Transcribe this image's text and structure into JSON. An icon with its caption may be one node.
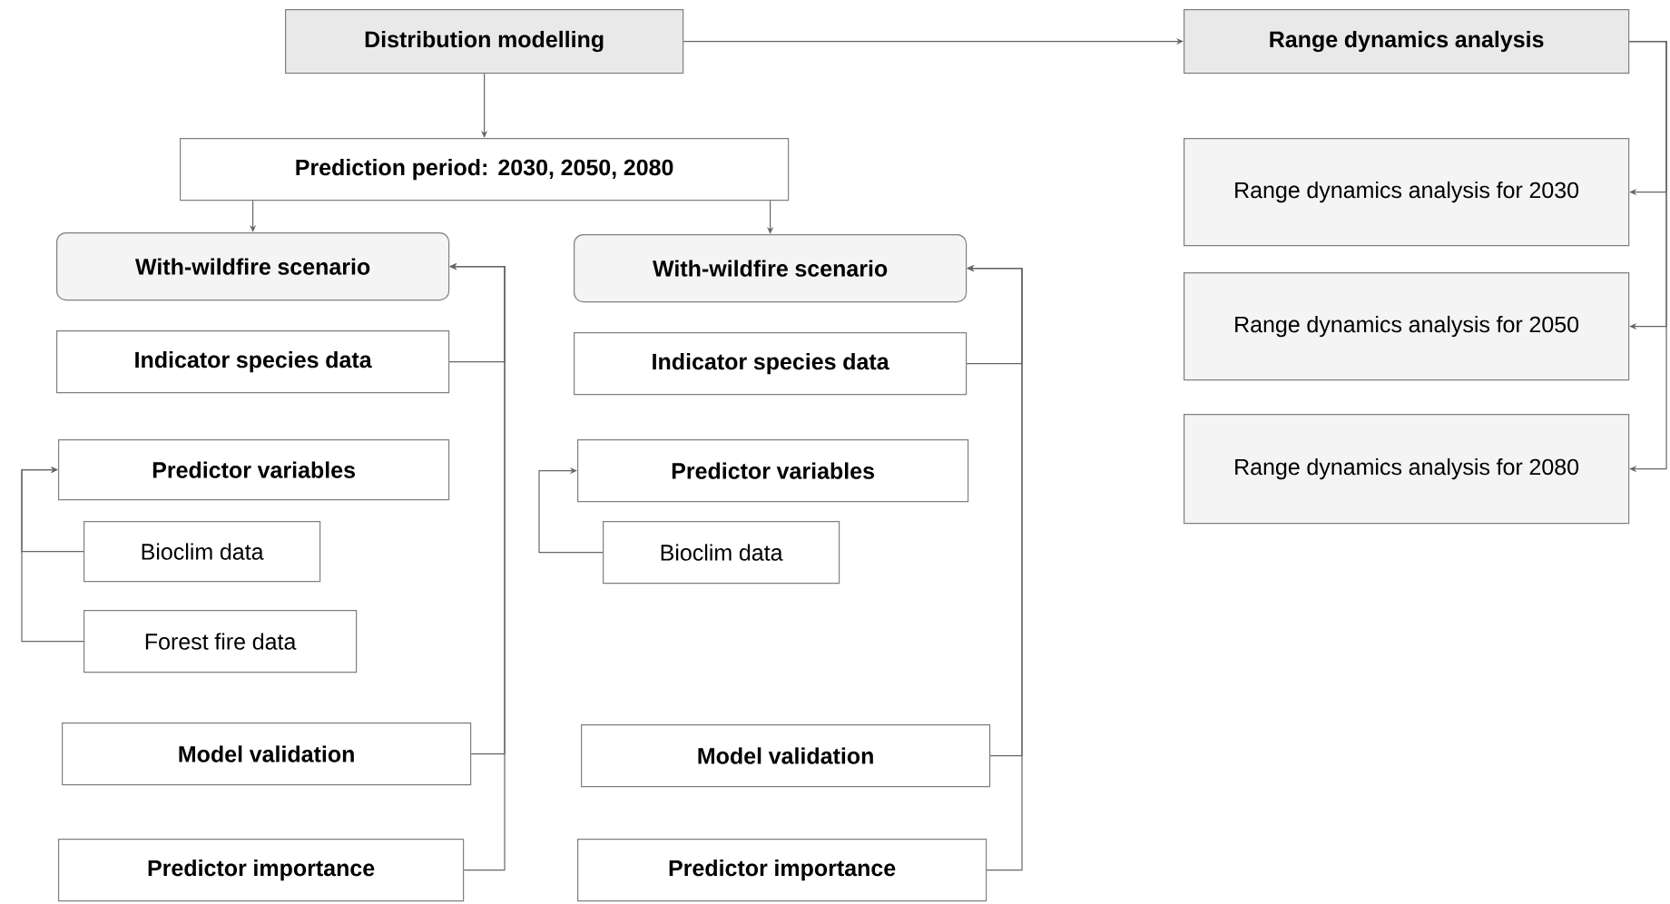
{
  "diagram": {
    "nodes": [
      {
        "text": [
          "Distribution modelling"
        ]
      },
      {
        "text": [
          "Range dynamics analysis"
        ]
      },
      {
        "text": [
          "Range dynamics analysis for 2030"
        ]
      },
      {
        "text": [
          "Range dynamics analysis for 2050"
        ]
      },
      {
        "text": [
          "Range dynamics analysis for 2080"
        ]
      },
      {
        "text": [
          "Prediction period: 2030, 2050, 2080"
        ]
      },
      {
        "text": [
          "With-wildfire scenario"
        ]
      },
      {
        "text": [
          "Indicator species data"
        ]
      },
      {
        "text": [
          "Predictor variables"
        ]
      },
      {
        "text": [
          "Bioclim data"
        ]
      },
      {
        "text": [
          "Forest fire data"
        ]
      },
      {
        "text": [
          "Model validation"
        ]
      },
      {
        "text": [
          "Predictor importance"
        ]
      },
      {
        "text": [
          "With-wildfire scenario"
        ]
      },
      {
        "text": [
          "Indicator species data"
        ]
      },
      {
        "text": [
          "Predictor variables"
        ]
      },
      {
        "text": [
          "Bioclim data"
        ]
      },
      {
        "text": [
          "Model validation"
        ]
      },
      {
        "text": [
          "Predictor importance"
        ]
      }
    ],
    "edges": [
      {
        "from": 0,
        "to": 1,
        "arrow": "to"
      },
      {
        "from": 1,
        "to": 2,
        "arrow": "to"
      },
      {
        "from": 1,
        "to": 3,
        "arrow": "to"
      },
      {
        "from": 1,
        "to": 4,
        "arrow": "to"
      },
      {
        "from": 0,
        "to": 5,
        "arrow": "to"
      },
      {
        "from": 5,
        "to": 6,
        "arrow": "to"
      },
      {
        "from": 5,
        "to": 13,
        "arrow": "to"
      },
      {
        "from": 7,
        "to": 6,
        "arrow": "to"
      },
      {
        "from": 11,
        "to": 6,
        "arrow": "to"
      },
      {
        "from": 12,
        "to": 6,
        "arrow": "to"
      },
      {
        "from": 9,
        "to": 8,
        "arrow": "to"
      },
      {
        "from": 10,
        "to": 8,
        "arrow": "to"
      },
      {
        "from": 14,
        "to": 13,
        "arrow": "to"
      },
      {
        "from": 17,
        "to": 13,
        "arrow": "to"
      },
      {
        "from": 18,
        "to": 13,
        "arrow": "to"
      },
      {
        "from": 16,
        "to": 15,
        "arrow": "to"
      }
    ]
  }
}
